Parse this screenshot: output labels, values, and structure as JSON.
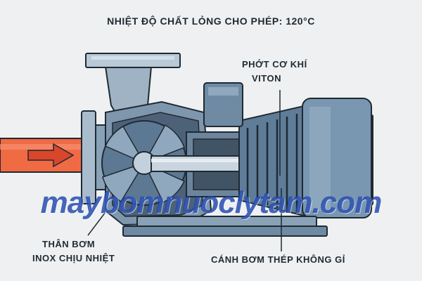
{
  "header": {
    "title": "NHIỆT ĐỘ CHẤT LỎNG CHO PHÉP: 120°C"
  },
  "labels": {
    "mechanical_seal_line1": "PHỚT CƠ KHÍ",
    "mechanical_seal_line2": "VITON",
    "pump_body_line1": "THÂN BƠM",
    "pump_body_line2": "INOX CHỊU NHIỆT",
    "impeller": "CÁNH BƠM THÉP KHÔNG GỈ"
  },
  "watermark": {
    "text": "maybomnuoclytam.com"
  },
  "colors": {
    "background": "#eef0f1",
    "pump_steel": "#7f97ad",
    "motor_blue": "#5f7c98",
    "inlet_pipe": "#f06a44",
    "outline": "#1f2a33",
    "watermark": "#1840aa"
  }
}
